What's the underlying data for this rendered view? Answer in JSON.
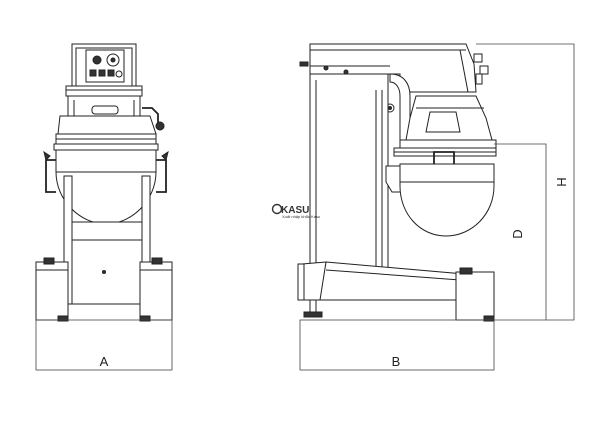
{
  "labels": {
    "front_width": "A",
    "side_depth": "B",
    "bowl_height": "D",
    "overall_height": "H"
  },
  "watermark": {
    "logo": "KASU",
    "tagline": "Xuất nhập khẩu Kasu"
  }
}
